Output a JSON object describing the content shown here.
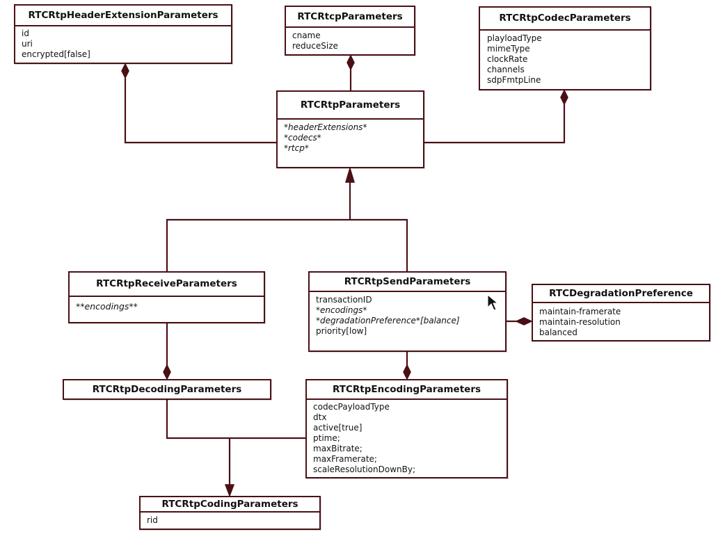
{
  "classes": {
    "header_extension_parameters": {
      "name": "RTCRtpHeaderExtensionParameters",
      "attributes": [
        "id",
        "uri",
        "encrypted[false]"
      ]
    },
    "rtcp_parameters": {
      "name": "RTCRtcpParameters",
      "attributes": [
        "cname",
        "reduceSize"
      ]
    },
    "codec_parameters": {
      "name": "RTCRtpCodecParameters",
      "attributes": [
        "playloadType",
        "mimeType",
        "clockRate",
        "channels",
        "sdpFmtpLine"
      ]
    },
    "rtp_parameters": {
      "name": "RTCRtpParameters",
      "attributes": [
        "*headerExtensions*",
        "*codecs*",
        "*rtcp*"
      ]
    },
    "receive_parameters": {
      "name": "RTCRtpReceiveParameters",
      "attributes": [
        "**encodings**"
      ]
    },
    "send_parameters": {
      "name": "RTCRtpSendParameters",
      "attributes": [
        "transactionID",
        "*encodings*",
        "*degradationPreference*[balance]",
        "priority[low]"
      ]
    },
    "degradation_preference": {
      "name": "RTCDegradationPreference",
      "attributes": [
        "maintain-framerate",
        "maintain-resolution",
        "balanced"
      ]
    },
    "decoding_parameters": {
      "name": "RTCRtpDecodingParameters",
      "attributes": []
    },
    "encoding_parameters": {
      "name": "RTCRtpEncodingParameters",
      "attributes": [
        "codecPayloadType",
        "dtx",
        "active[true]",
        "ptime;",
        "maxBitrate;",
        "maxFramerate;",
        "scaleResolutionDownBy;"
      ]
    },
    "coding_parameters": {
      "name": "RTCRtpCodingParameters",
      "attributes": [
        "rid"
      ]
    }
  },
  "relationships": [
    {
      "from": "rtp_parameters",
      "to": "header_extension_parameters",
      "type": "composition"
    },
    {
      "from": "rtp_parameters",
      "to": "rtcp_parameters",
      "type": "composition"
    },
    {
      "from": "rtp_parameters",
      "to": "codec_parameters",
      "type": "composition"
    },
    {
      "from": "receive_parameters",
      "to": "rtp_parameters",
      "type": "generalization"
    },
    {
      "from": "send_parameters",
      "to": "rtp_parameters",
      "type": "generalization"
    },
    {
      "from": "receive_parameters",
      "to": "decoding_parameters",
      "type": "composition"
    },
    {
      "from": "send_parameters",
      "to": "encoding_parameters",
      "type": "composition"
    },
    {
      "from": "send_parameters",
      "to": "degradation_preference",
      "type": "composition"
    },
    {
      "from": "decoding_parameters",
      "to": "coding_parameters",
      "type": "generalization"
    },
    {
      "from": "encoding_parameters",
      "to": "coding_parameters",
      "type": "generalization"
    }
  ],
  "colors": {
    "border": "#4a1016",
    "connector": "#4a1016",
    "background": "#ffffff"
  },
  "cursor_icon": "arrow-cursor-icon"
}
